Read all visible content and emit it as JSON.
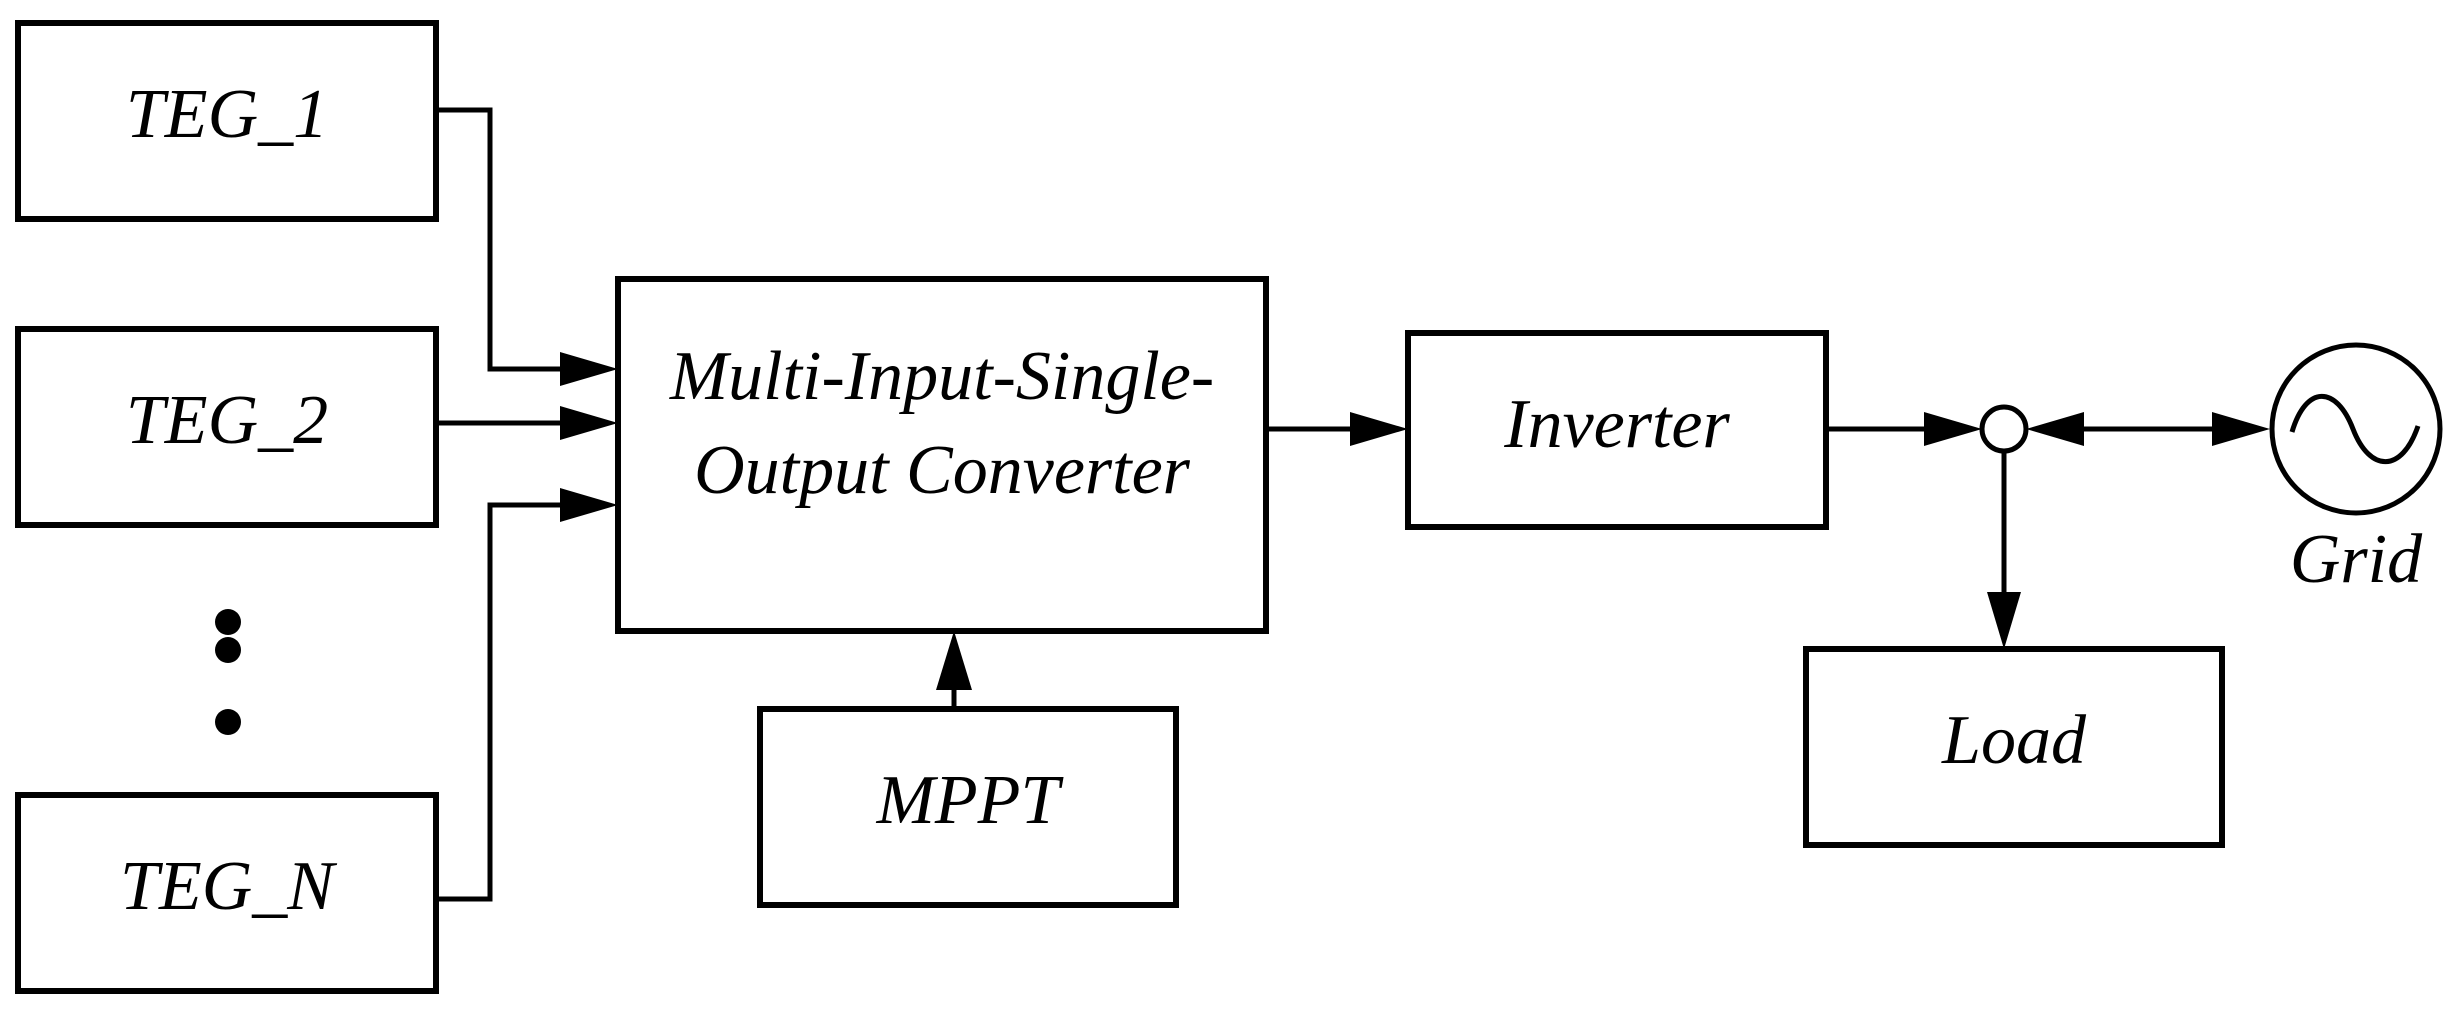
{
  "blocks": {
    "teg_1": "TEG_1",
    "teg_2": "TEG_2",
    "teg_n": "TEG_N",
    "converter_line1": "Multi-Input-Single-",
    "converter_line2": "Output Converter",
    "mppt": "MPPT",
    "inverter": "Inverter",
    "load": "Load",
    "grid": "Grid"
  },
  "colors": {
    "stroke": "#000000",
    "background": "#ffffff"
  },
  "icons": {
    "grid_source": "ac-sine-source-icon",
    "junction": "junction-node-icon",
    "ellipsis": "vertical-ellipsis-dots"
  }
}
